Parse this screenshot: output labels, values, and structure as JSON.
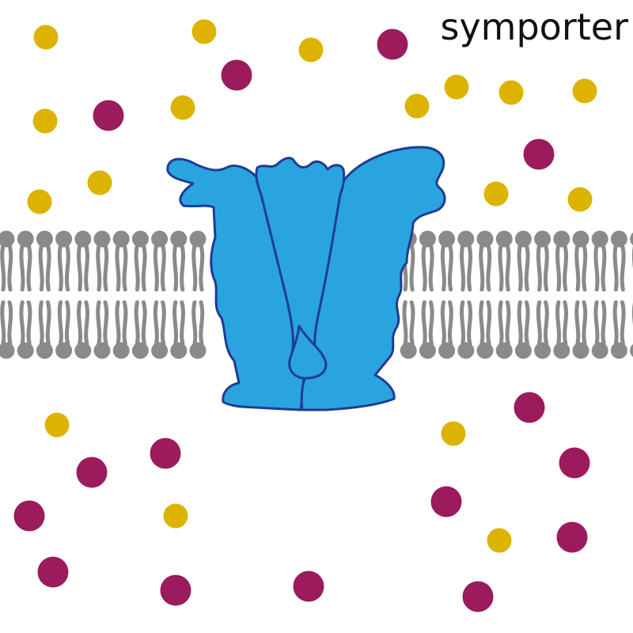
{
  "title": "symporter",
  "colors": {
    "background": "#ffffff",
    "lipid": "#8a8a8a",
    "protein_fill": "#2aa4df",
    "protein_outline": "#1f3c93",
    "small_molecule": "#dcb400",
    "large_molecule": "#9b1b5c"
  },
  "icons": {
    "protein": "symporter-protein",
    "membrane": "lipid-bilayer",
    "small_molecule": "yellow-circle",
    "large_molecule": "magenta-circle"
  }
}
